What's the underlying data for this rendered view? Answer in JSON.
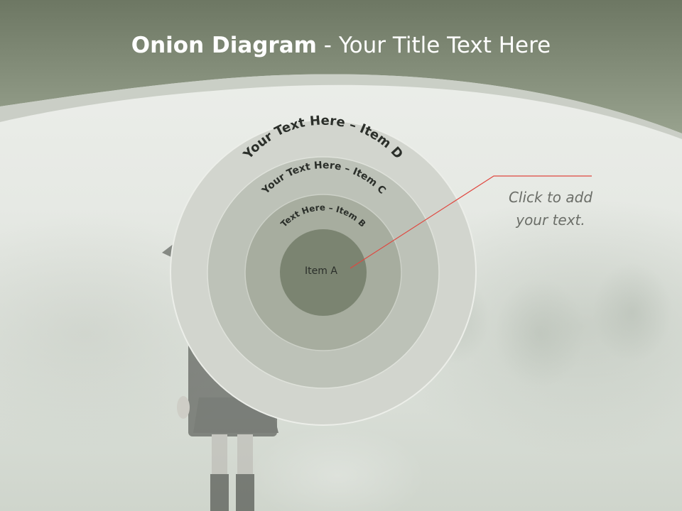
{
  "title": {
    "bold": "Onion Diagram",
    "rest": " - Your Title Text Here"
  },
  "diagram": {
    "rings": [
      {
        "label": "Your Text Here – Item D",
        "color": "#d2d5ce"
      },
      {
        "label": "Your Text Here – Item C",
        "color": "#bdc2b8"
      },
      {
        "label": "Text Here – Item B",
        "color": "#a7ad9f"
      }
    ],
    "center": {
      "label": "Item A",
      "color": "#7b8471"
    }
  },
  "callout": {
    "line1": "Click  to add",
    "line2": "your text.",
    "line_color": "#e0473f"
  },
  "colors": {
    "header_dark": "#6d7763",
    "header_light": "#98a28e"
  }
}
